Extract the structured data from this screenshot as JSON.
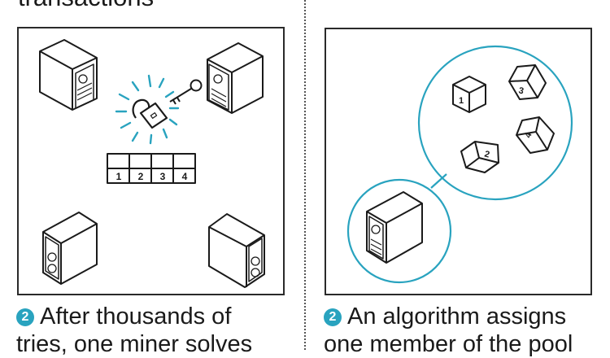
{
  "top_heading": "transactions",
  "colors": {
    "accent": "#29a3bf",
    "stroke": "#1a1a1a"
  },
  "left_panel": {
    "caption_step": "2",
    "caption_line1": "After thousands of",
    "caption_line2": "tries, one miner solves",
    "block_cells": [
      "1",
      "2",
      "3",
      "4"
    ],
    "icons": [
      "server-icon",
      "server-icon",
      "server-icon",
      "server-icon",
      "open-padlock-icon",
      "key-icon"
    ]
  },
  "right_panel": {
    "caption_step": "2",
    "caption_line1": "An algorithm assigns",
    "caption_line2": "one member of the pool",
    "cube_labels": [
      "1",
      "2",
      "3",
      "4"
    ],
    "icons": [
      "server-icon",
      "pool-circle",
      "cube-icon"
    ]
  }
}
